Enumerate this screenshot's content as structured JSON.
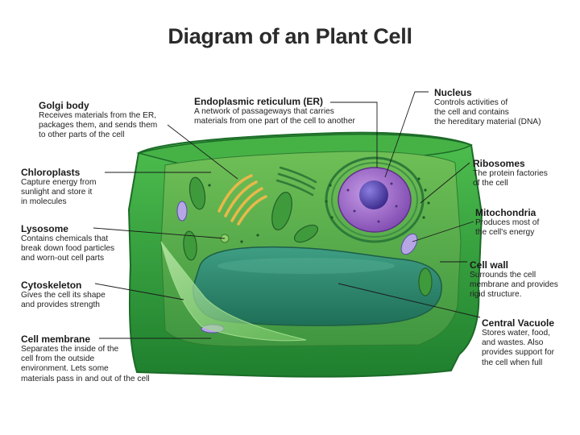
{
  "title": "Diagram of an Plant Cell",
  "labels": {
    "golgi": {
      "name": "Golgi body",
      "desc": "Receives materials from the ER,\npackages them, and sends them\nto other parts of the cell"
    },
    "er": {
      "name": "Endoplasmic reticulum (ER)",
      "desc": "A network of passageways that carries\nmaterials from one part of the cell to another"
    },
    "nucleus": {
      "name": "Nucleus",
      "desc": "Controls activities of\nthe cell and contains\nthe hereditary material (DNA)"
    },
    "chloroplasts": {
      "name": "Chloroplasts",
      "desc": "Capture energy from\nsunlight and store it\nin molecules"
    },
    "ribosomes": {
      "name": "Ribosomes",
      "desc": "The protein factories\nof the cell"
    },
    "lysosome": {
      "name": "Lysosome",
      "desc": "Contains chemicals that\nbreak down food particles\nand worn-out cell parts"
    },
    "mitochondria": {
      "name": "Mitochondria",
      "desc": "Produces most of\nthe cell's energy"
    },
    "cytoskeleton": {
      "name": "Cytoskeleton",
      "desc": "Gives the cell its shape\nand provides strength"
    },
    "cellwall": {
      "name": "Cell wall",
      "desc": "Surrounds the cell\nmembrane and provides\nrigid structure."
    },
    "membrane": {
      "name": "Cell membrane",
      "desc": "Separates the inside of the\ncell from the outside\nenvironment. Lets some\nmaterials pass in and out of the cell"
    },
    "vacuole": {
      "name": "Central Vacuole",
      "desc": "Stores water, food,\nand wastes. Also\nprovides support for\nthe cell when full"
    }
  },
  "colors": {
    "cell_wall": "#2f9a3a",
    "cytoplasm": "#5fae4b",
    "vacuole": "#2f8c70",
    "nucleus": "#9b63c8",
    "nucleolus": "#4b3aa6",
    "golgi": "#e8b84a",
    "chloroplast": "#3f9a3c",
    "leader_line": "#1a1a1a"
  }
}
